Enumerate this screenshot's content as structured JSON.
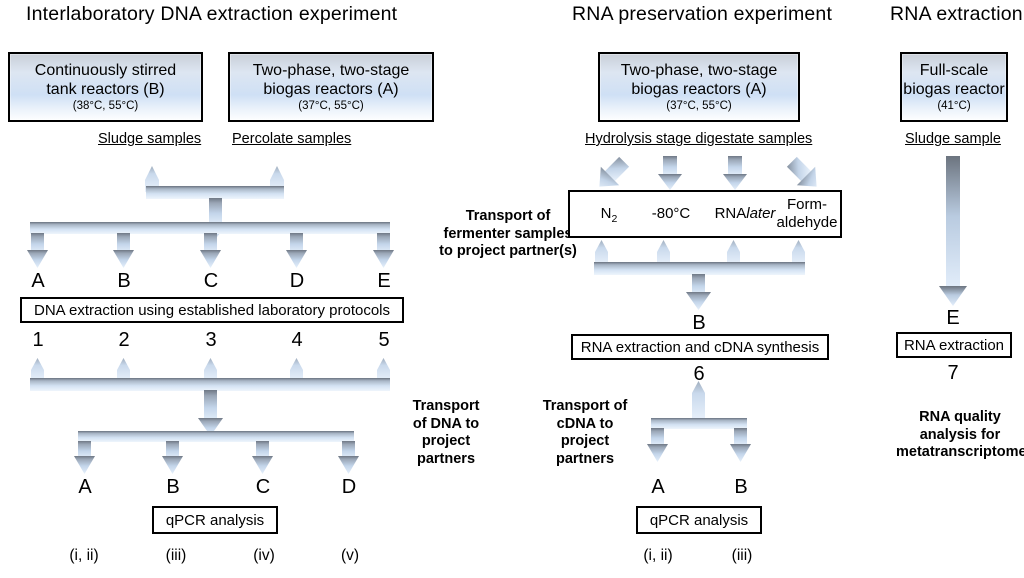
{
  "columns": [
    {
      "id": "dna",
      "title": "Interlaboratory  DNA extraction  experiment"
    },
    {
      "id": "rna_pres",
      "title": "RNA preservation  experiment"
    },
    {
      "id": "rna_extr",
      "title": "RNA extraction"
    }
  ],
  "dna_experiment": {
    "reactor_boxes": [
      {
        "line1a": "Continuously stirred",
        "line1b": "tank reactors (B)",
        "temps": "(38°C, 55°C)"
      },
      {
        "line1a": "Two-phase, two-stage",
        "line1b": "biogas reactors (A)",
        "temps": "(37°C, 55°C)"
      }
    ],
    "sample_labels": [
      "Sludge samples",
      "Percolate samples"
    ],
    "split_letters": [
      "A",
      "B",
      "C",
      "D",
      "E"
    ],
    "extraction_box": "DNA extraction using established laboratory protocols",
    "extract_numbers": [
      "1",
      "2",
      "3",
      "4",
      "5"
    ],
    "partner_letters": [
      "A",
      "B",
      "C",
      "D"
    ],
    "qpcr_box": "qPCR analysis",
    "romans": [
      "(i, ii)",
      "(iii)",
      "(iv)",
      "(v)"
    ],
    "transport_note": [
      "Transport",
      "of DNA to",
      "project",
      "partners"
    ]
  },
  "rna_preservation": {
    "reactor_box": {
      "line1a": "Two-phase, two-stage",
      "line1b": "biogas reactors (A)",
      "temps": "(37°C, 55°C)"
    },
    "sample_label": "Hydrolysis stage digestate samples",
    "transport_note_top": [
      "Transport of",
      "fermenter samples",
      "to project partner(s)"
    ],
    "preservation_methods": [
      {
        "html": "N<sub>2</sub>",
        "text": "N2"
      },
      {
        "html": "-80°C",
        "text": "-80°C"
      },
      {
        "html": "RNA<i>later</i>",
        "text": "RNAlater"
      },
      {
        "html": "Form-<br>aldehyde",
        "text": "Form-aldehyde"
      }
    ],
    "merge_letter": "B",
    "rna_cdna_box": "RNA extraction and cDNA synthesis",
    "cdna_number": "6",
    "transport_note": [
      "Transport of",
      "cDNA to",
      "project",
      "partners"
    ],
    "partner_letters": [
      "A",
      "B"
    ],
    "qpcr_box": "qPCR analysis",
    "romans": [
      "(i, ii)",
      "(iii)"
    ]
  },
  "rna_extraction": {
    "reactor_box": {
      "line1a": "Full-scale",
      "line1b": "biogas reactor",
      "temps": "(41°C)"
    },
    "sample_label": "Sludge sample",
    "arrow_letter": "E",
    "extraction_box": "RNA extraction",
    "number": "7",
    "note": [
      "RNA quality",
      "analysis for",
      "metatranscriptome"
    ]
  },
  "style": {
    "arrow_dark": "#7f8794",
    "arrow_light": "#dce9f7",
    "box_border": "#000000"
  }
}
